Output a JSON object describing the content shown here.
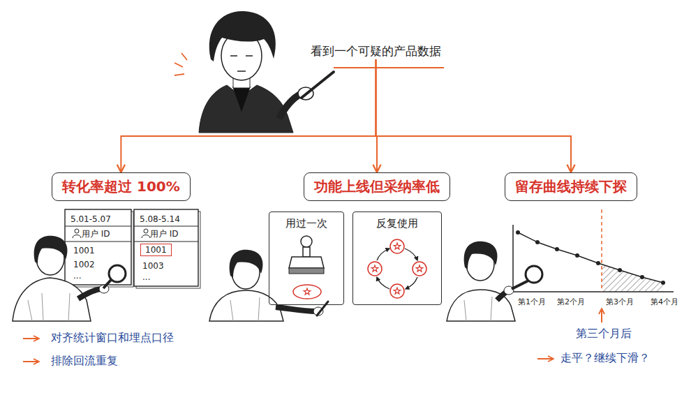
{
  "diagram": {
    "nodes": [
      {
        "text": [
          "看到一个可疑的产品数据"
        ]
      },
      {
        "text": [
          "转化率超过 100%"
        ]
      },
      {
        "text": [
          "功能上线但采纳率低"
        ]
      },
      {
        "text": [
          "留存曲线持续下探"
        ]
      },
      {
        "text": [
          "5.01-5.07",
          "用户 ID",
          "1001",
          "1002",
          "..."
        ]
      },
      {
        "text": [
          "5.08-5.14",
          "用户 ID",
          "1003",
          "..."
        ]
      },
      {
        "text": [
          "1001"
        ],
        "in": 5
      },
      {
        "text": [
          "用过一次"
        ]
      },
      {
        "text": [
          "反复使用"
        ]
      }
    ],
    "edges": [
      {
        "from": 0,
        "to": 1,
        "arrow": "to"
      },
      {
        "from": 0,
        "to": 2,
        "arrow": "to"
      },
      {
        "from": 0,
        "to": 3,
        "arrow": "to"
      }
    ],
    "labels": [
      "对齐统计窗口和埋点口径",
      "排除回流重复",
      "第1个月",
      "第2个月",
      "第3个月",
      "第4个月",
      "第三个月后",
      "走平？继续下滑？"
    ]
  }
}
